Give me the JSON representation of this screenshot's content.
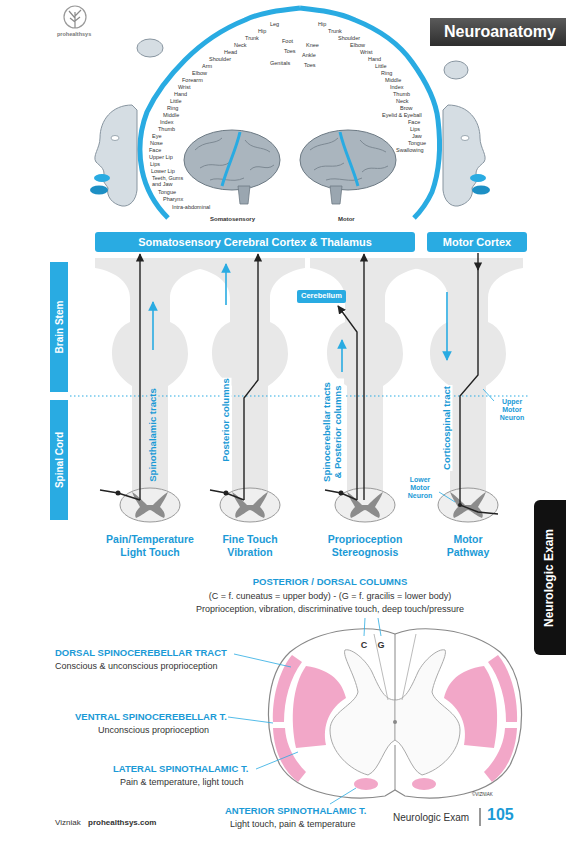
{
  "diagram": {
    "nodes": [
      {
        "text": [
          "Neuroanatomy"
        ]
      },
      {
        "text": [
          "Somatosensory Cerebral Cortex & Thalamus"
        ]
      },
      {
        "text": [
          "Motor Cortex"
        ]
      },
      {
        "text": [
          "Brain Stem"
        ]
      },
      {
        "text": [
          "Spinal Cord"
        ]
      },
      {
        "text": [
          "Cerebellum"
        ]
      },
      {
        "text": [
          "Neurologic Exam"
        ]
      }
    ],
    "labels": [
      "prohealthsys",
      "Leg",
      "Hip",
      "Trunk",
      "Neck",
      "Head",
      "Shoulder",
      "Arm",
      "Elbow",
      "Forearm",
      "Wrist",
      "Hand",
      "Little",
      "Ring",
      "Middle",
      "Index",
      "Thumb",
      "Eye",
      "Nose",
      "Face",
      "Upper Lip",
      "Lips",
      "Lower Lip",
      "Teeth, Gums and Jaw",
      "Tongue",
      "Pharynx",
      "Intra-abdominal",
      "Foot",
      "Toes",
      "Genitals",
      "Somatosensory",
      "Hip",
      "Trunk",
      "Shoulder",
      "Elbow",
      "Wrist",
      "Hand",
      "Little",
      "Ring",
      "Middle",
      "Index",
      "Thumb",
      "Neck",
      "Brow",
      "Eyelid & Eyeball",
      "Face",
      "Lips",
      "Jaw",
      "Tongue",
      "Swallowing",
      "Knee",
      "Ankle",
      "Toes",
      "Motor",
      "Spinothalamic tracts",
      "Posterior columns",
      "Spinocerebellar tracts & Posterior columns",
      "Corticospinal tract",
      "Upper Motor Neuron",
      "Lower Motor Neuron",
      "Pain/Temperature",
      "Light Touch",
      "Fine Touch",
      "Vibration",
      "Proprioception",
      "Stereognosis",
      "Motor",
      "Pathway",
      "POSTERIOR / DORSAL COLUMNS",
      "(C = f. cuneatus = upper body) - (G = f. gracilis = lower body)",
      "Proprioception, vibration, discriminative touch, deep touch/pressure",
      "C",
      "G",
      "DORSAL SPINOCEREBELLAR TRACT",
      "Conscious & unconscious proprioception",
      "VENTRAL SPINOCEREBELLAR T.",
      "Unconscious proprioception",
      "LATERAL SPINOTHALAMIC T.",
      "Pain & temperature, light touch",
      "ANTERIOR SPINOTHALAMIC T.",
      "Light touch, pain & temperature",
      "©VIZNIAK",
      "Vizniak",
      "prohealthsys.com",
      "Neurologic Exam",
      "105"
    ]
  }
}
